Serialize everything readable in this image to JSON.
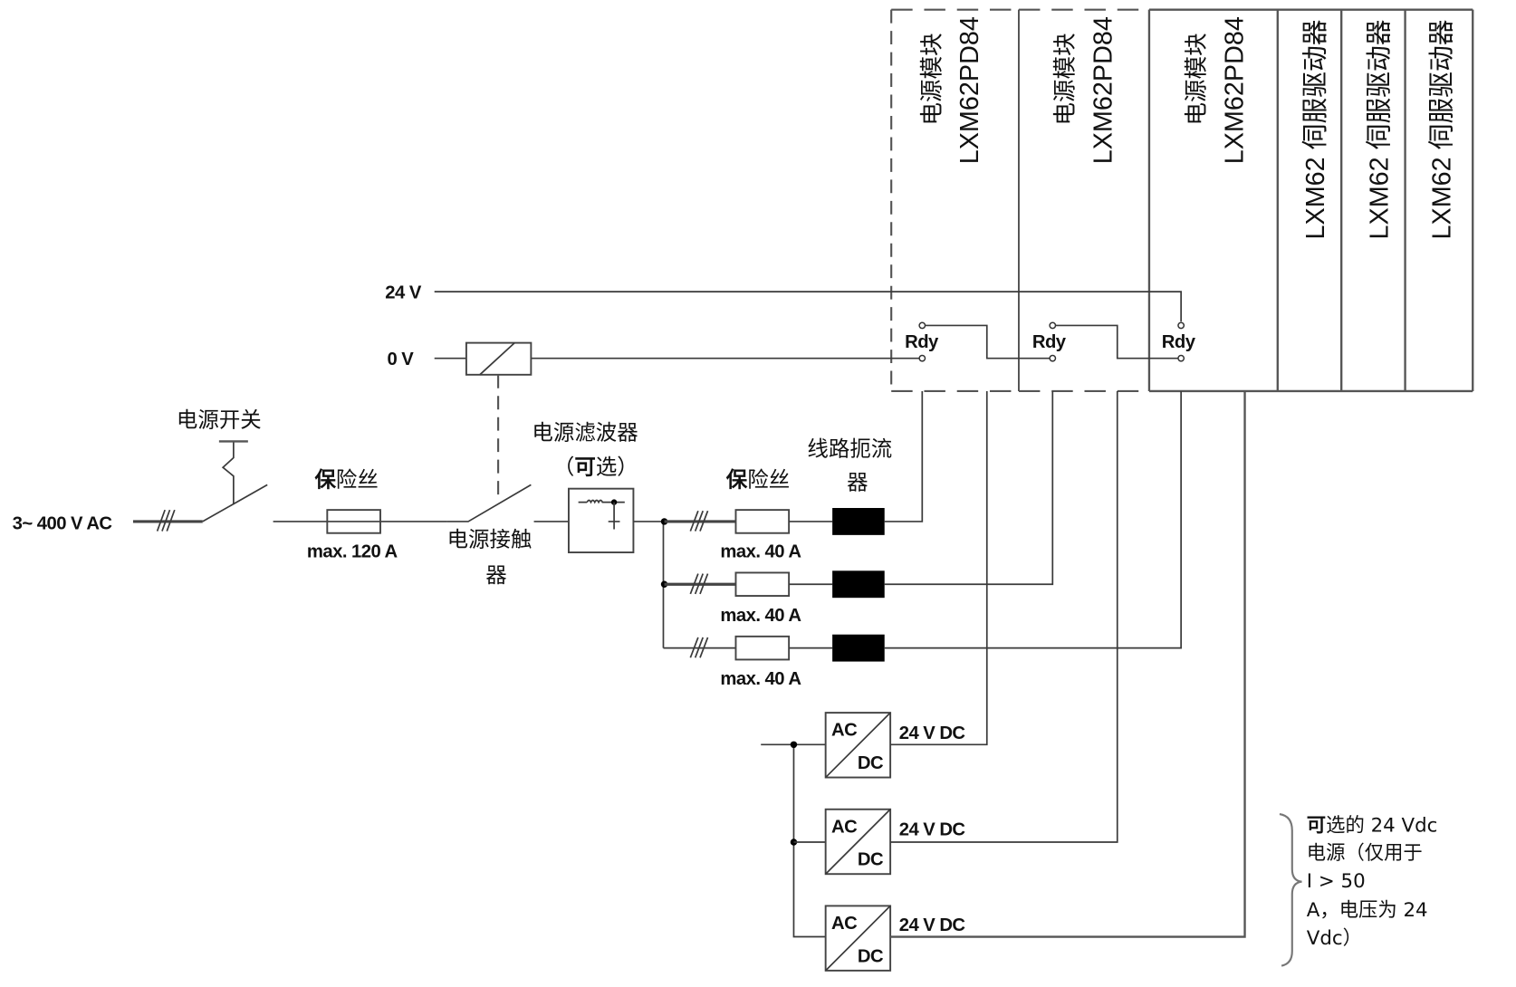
{
  "rails": {
    "v24": "24 V",
    "v0": "0 V"
  },
  "supply": {
    "label": "3~ 400 V AC"
  },
  "main_switch": {
    "label": "电源开关"
  },
  "main_fuse": {
    "label_bold": "保",
    "label_rest": "险丝",
    "rating": "max. 120 A"
  },
  "contactor": {
    "label_line1": "电源接触",
    "label_line2": "器"
  },
  "filter": {
    "label_line1": "电源滤波器",
    "label_line2_open": "（",
    "label_line2_bold": "可",
    "label_line2_rest": "选）"
  },
  "branch_fuses": {
    "label_bold": "保",
    "label_rest": "险丝",
    "ratings": [
      "max. 40 A",
      "max. 40 A",
      "max. 40 A"
    ]
  },
  "chokes": {
    "label_line1": "线路扼流",
    "label_line2": "器"
  },
  "power_modules": [
    {
      "name": "电源模块",
      "model": "LXM62PD84",
      "relay": "Rdy"
    },
    {
      "name": "电源模块",
      "model": "LXM62PD84",
      "relay": "Rdy"
    },
    {
      "name": "电源模块",
      "model": "LXM62PD84",
      "relay": "Rdy"
    }
  ],
  "servo_drives": [
    {
      "label": "LXM62 伺服驱动器"
    },
    {
      "label": "LXM62 伺服驱动器"
    },
    {
      "label": "LXM62 伺服驱动器"
    }
  ],
  "converters": [
    {
      "in": "AC",
      "out": "DC",
      "output": "24 V DC"
    },
    {
      "in": "AC",
      "out": "DC",
      "output": "24 V DC"
    },
    {
      "in": "AC",
      "out": "DC",
      "output": "24 V DC"
    }
  ],
  "note": {
    "line1_bold": "可",
    "line1_rest": "选的 24 Vdc",
    "line2": "电源（仅用于",
    "line3": "I > 50",
    "line4": "A，电压为 24",
    "line5": "Vdc）"
  }
}
